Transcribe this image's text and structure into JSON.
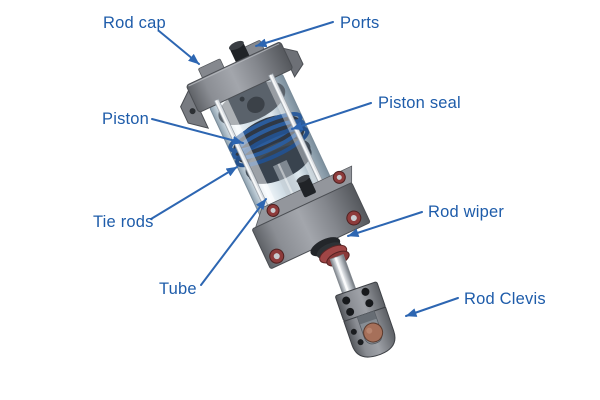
{
  "figure": {
    "type": "labeled-diagram",
    "subject": "Tie-rod hydraulic cylinder cutaway with part callouts"
  },
  "colors": {
    "background": "#ffffff",
    "label_text": "#1e5caa",
    "arrow": "#2d66b2",
    "cap_gray": "#8a8d93",
    "tube_tint": "#b8c9d4",
    "piston_dark": "#424d58",
    "seal_blue": "#2b5c9c",
    "wiper_red": "#a04646",
    "tie_rod_nut_red": "#8e3b3b",
    "rod_silver": "#d9dde1",
    "clevis_pin_copper": "#a6705a",
    "port_black": "#202327"
  },
  "labels": {
    "rod_cap": "Rod cap",
    "ports": "Ports",
    "piston": "Piston",
    "piston_seal": "Piston seal",
    "tie_rods": "Tie rods",
    "rod_wiper": "Rod wiper",
    "tube": "Tube",
    "rod_clevis": "Rod Clevis"
  }
}
